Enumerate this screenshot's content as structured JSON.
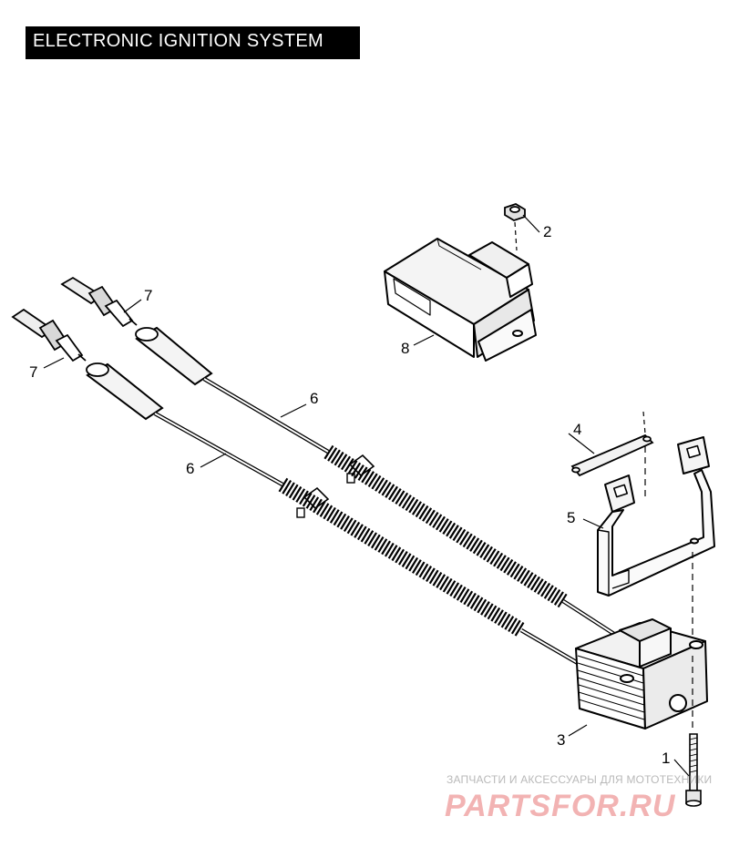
{
  "title": "ELECTRONIC IGNITION SYSTEM",
  "callouts": {
    "c1": "1",
    "c2": "2",
    "c3": "3",
    "c4": "4",
    "c5": "5",
    "c6a": "6",
    "c6b": "6",
    "c7a": "7",
    "c7b": "7",
    "c8": "8"
  },
  "watermark": {
    "tagline": "ЗАПЧАСТИ И АКСЕССУАРЫ ДЛЯ МОТОТЕХНИКИ",
    "logo": "PARTSFOR.RU"
  },
  "colors": {
    "line": "#000000",
    "shade": "#d9d9d9",
    "watermark_logo": "#f2b3b3",
    "watermark_text": "#b9b9b9"
  }
}
